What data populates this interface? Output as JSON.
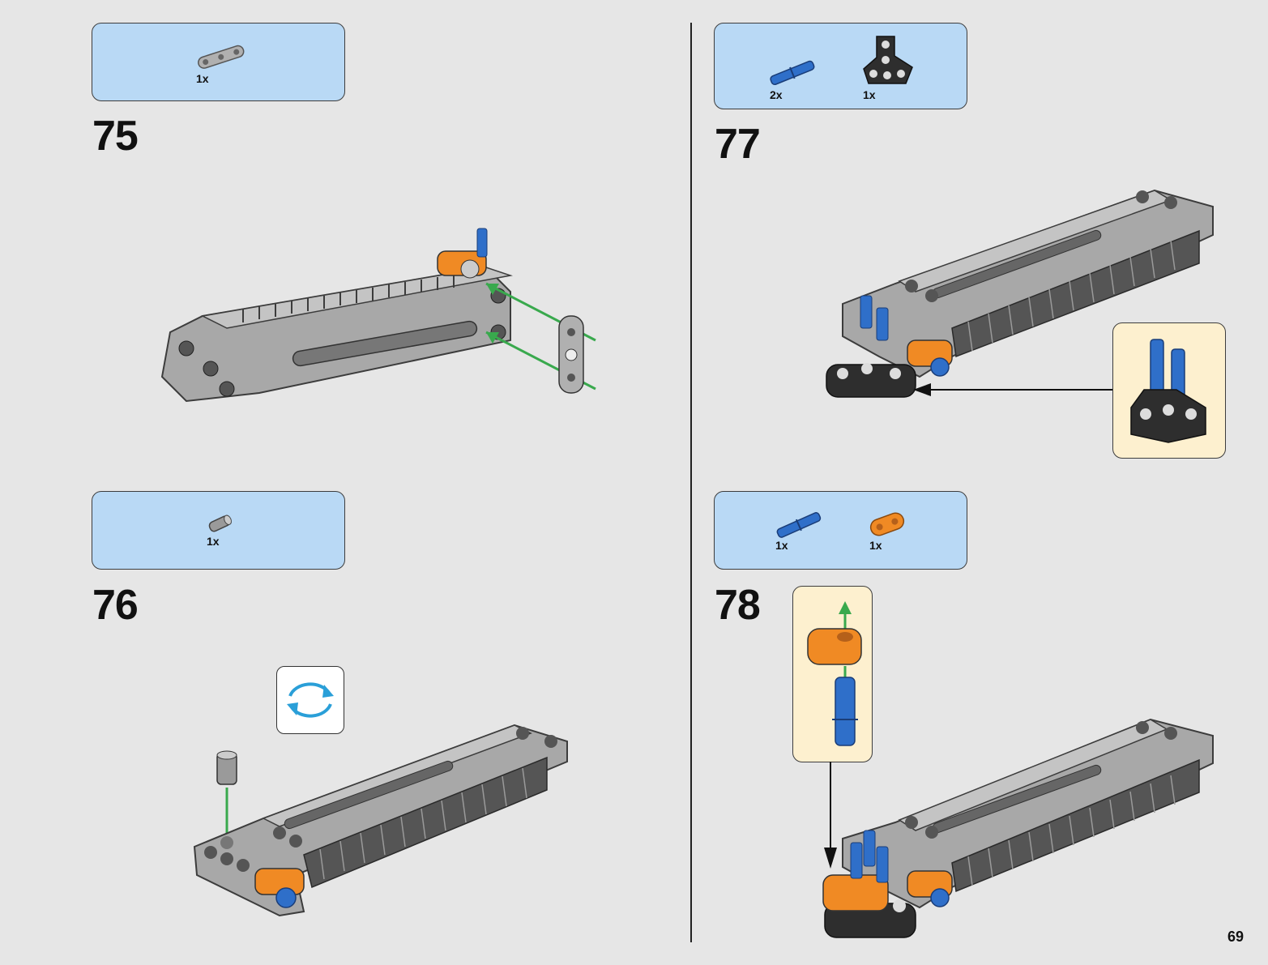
{
  "page_number": "69",
  "steps": [
    {
      "number": "75",
      "parts": [
        {
          "qty": "1x",
          "icon": "liftarm-thin-1x3-gray-icon"
        }
      ]
    },
    {
      "number": "76",
      "parts": [
        {
          "qty": "1x",
          "icon": "axle-pin-bush-gray-icon"
        }
      ]
    },
    {
      "number": "77",
      "parts": [
        {
          "qty": "2x",
          "icon": "axle-pin-blue-icon"
        },
        {
          "qty": "1x",
          "icon": "tee-beam-black-icon"
        }
      ]
    },
    {
      "number": "78",
      "parts": [
        {
          "qty": "1x",
          "icon": "axle-pin-blue-icon"
        },
        {
          "qty": "1x",
          "icon": "liftarm-orange-icon"
        }
      ]
    }
  ],
  "colors": {
    "background": "#e6e6e6",
    "parts_box": "#b9d9f5",
    "callout": "#fdf0cf",
    "beam_gray": "#a9a9a9",
    "beam_dark": "#4a4a4a",
    "orange": "#f08a24",
    "blue": "#2f6fc9",
    "arrow_green": "#39a94d",
    "rotate_blue": "#2a9fd8"
  }
}
